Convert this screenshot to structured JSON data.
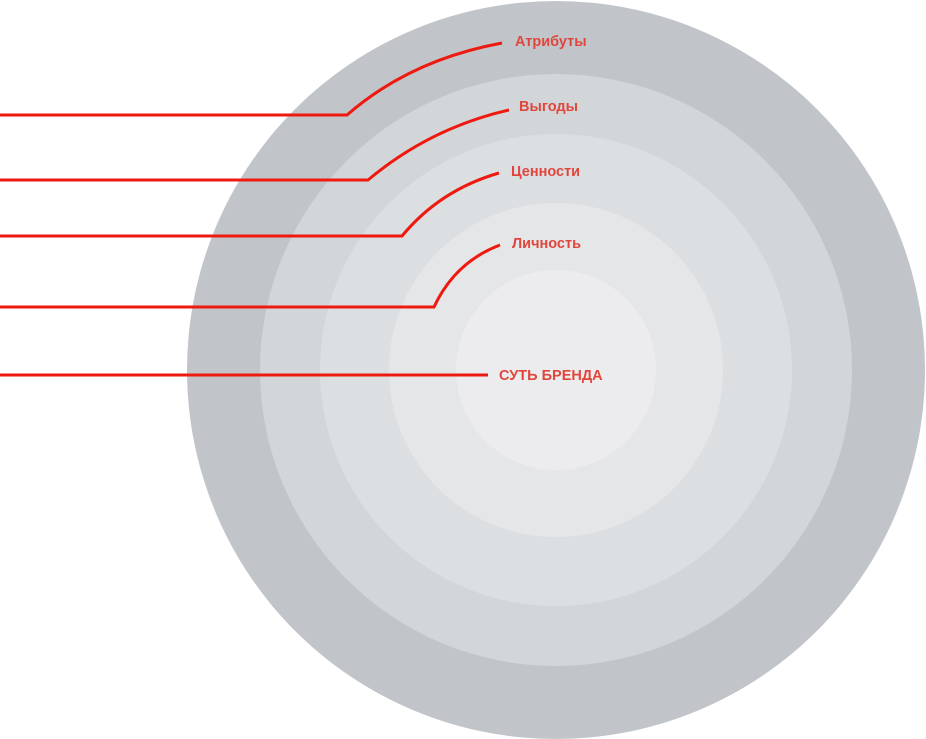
{
  "diagram": {
    "title": "Brand onion model",
    "layers": [
      {
        "label": "Атрибуты",
        "color": "#c1c5ca"
      },
      {
        "label": "Выгоды",
        "color": "#d2d6d9"
      },
      {
        "label": "Ценности",
        "color": "#dcdfe2"
      },
      {
        "label": "Личность",
        "color": "#e5e6e8"
      },
      {
        "label": "СУТЬ БРЕНДА",
        "color": "#ececee"
      }
    ],
    "line_color": "#ee1a10",
    "label_color": "#e0463c"
  }
}
